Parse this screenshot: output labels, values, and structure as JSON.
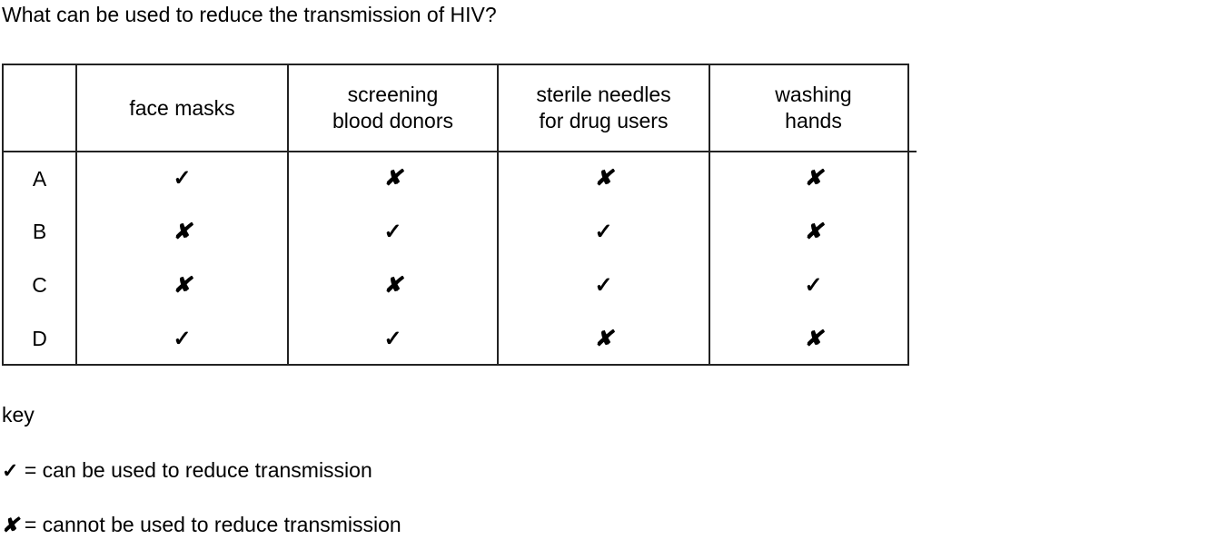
{
  "question": "What can be used to reduce the transmission of HIV?",
  "table": {
    "corner_header": "",
    "columns": [
      {
        "id": "face-masks",
        "label_lines": [
          "face masks"
        ]
      },
      {
        "id": "screening-blood-donors",
        "label_lines": [
          "screening",
          "blood donors"
        ]
      },
      {
        "id": "sterile-needles",
        "label_lines": [
          "sterile needles",
          "for drug users"
        ]
      },
      {
        "id": "washing-hands",
        "label_lines": [
          "washing",
          "hands"
        ]
      }
    ],
    "rows": [
      {
        "letter": "A",
        "marks": [
          "✓",
          "✘",
          "✘",
          "✘"
        ]
      },
      {
        "letter": "B",
        "marks": [
          "✘",
          "✓",
          "✓",
          "✘"
        ]
      },
      {
        "letter": "C",
        "marks": [
          "✘",
          "✘",
          "✓",
          "✓"
        ]
      },
      {
        "letter": "D",
        "marks": [
          "✓",
          "✓",
          "✘",
          "✘"
        ]
      }
    ]
  },
  "key": {
    "title": "key",
    "tick_glyph": "✓",
    "tick_text": "= can be used to reduce transmission",
    "cross_glyph": "✘",
    "cross_text": "= cannot be used to reduce transmission"
  },
  "colors": {
    "text": "#000000",
    "border": "#222222",
    "background": "#ffffff"
  }
}
